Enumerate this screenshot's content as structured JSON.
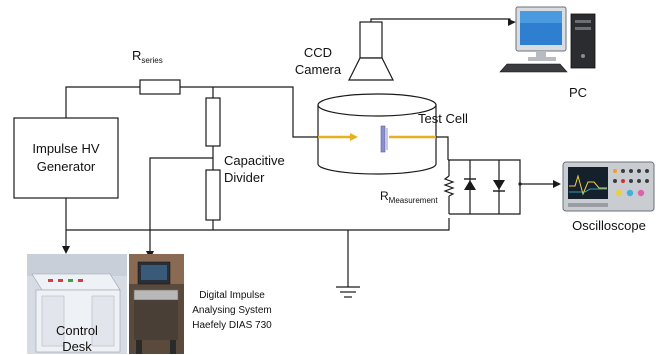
{
  "labels": {
    "r_series_main": "R",
    "r_series_sub": "series",
    "impulse_line1": "Impulse HV",
    "impulse_line2": "Generator",
    "capacitive_line1": "Capacitive",
    "capacitive_line2": "Divider",
    "ccd_line1": "CCD",
    "ccd_line2": "Camera",
    "pc": "PC",
    "test_cell": "Test Cell",
    "r_measure_main": "R",
    "r_measure_sub": "Measurement",
    "oscilloscope": "Oscilloscope",
    "control_line1": "Control",
    "control_line2": "Desk",
    "dias_line1": "Digital Impulse",
    "dias_line2": "Analysing System",
    "dias_line3": "Haefely DIAS 730"
  },
  "colors": {
    "beam": "#e8b020",
    "electrode": "#8a8fd0",
    "wire": "#1a1a1a"
  },
  "icons": [
    "computer-icon",
    "oscilloscope-icon",
    "camera-icon",
    "ground-icon",
    "diode-icon"
  ]
}
